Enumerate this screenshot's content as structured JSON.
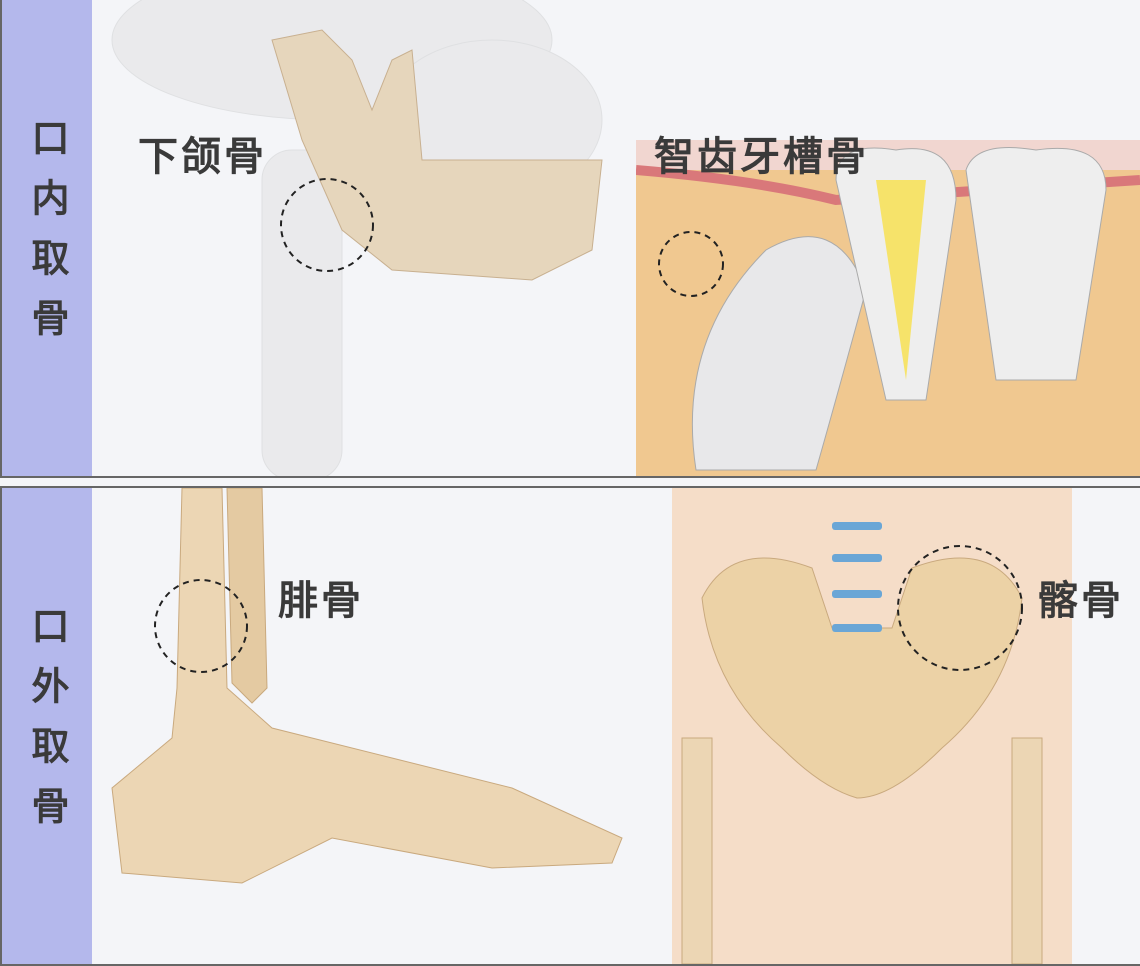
{
  "sections": [
    {
      "title": "口内取骨",
      "sites": [
        "下颌骨",
        "智齿牙槽骨"
      ]
    },
    {
      "title": "口外取骨",
      "sites": [
        "腓骨",
        "髂骨"
      ]
    }
  ],
  "colors": {
    "sidebar": "#b4b8ec",
    "background": "#f4f5f8",
    "bone": "#e8d2b0",
    "gum": "#e6a6a0",
    "jawbone": "#f0c890"
  }
}
